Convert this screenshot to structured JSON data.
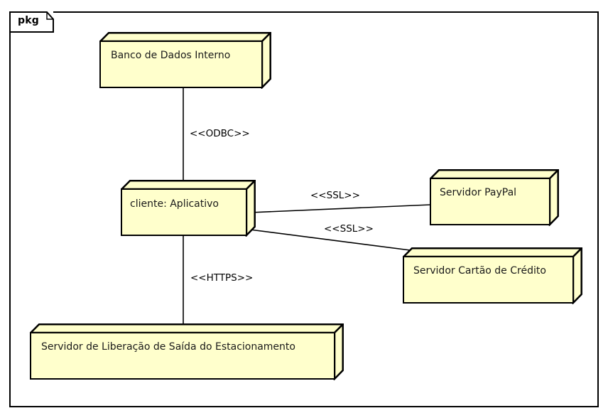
{
  "diagram": {
    "type": "uml-deployment-diagram",
    "frame": {
      "tab_label": "pkg"
    },
    "colors": {
      "node_fill": "#ffffcc",
      "node_border": "#000000",
      "edge_line": "#000000",
      "background": "#ffffff"
    },
    "nodes": [
      {
        "id": "banco-de-dados-interno",
        "label": "Banco de Dados Interno"
      },
      {
        "id": "cliente-aplicativo",
        "label": "cliente: Aplicativo"
      },
      {
        "id": "servidor-paypal",
        "label": "Servidor PayPal"
      },
      {
        "id": "servidor-cartao-de-credito",
        "label": "Servidor Cartão de Crédito"
      },
      {
        "id": "servidor-liberacao-saida",
        "label": "Servidor de Liberação de Saída do Estacionamento"
      }
    ],
    "edges": [
      {
        "id": "edge-odbc",
        "from": "cliente-aplicativo",
        "to": "banco-de-dados-interno",
        "label": "<<ODBC>>"
      },
      {
        "id": "edge-ssl-paypal",
        "from": "cliente-aplicativo",
        "to": "servidor-paypal",
        "label": "<<SSL>>"
      },
      {
        "id": "edge-ssl-cartao",
        "from": "cliente-aplicativo",
        "to": "servidor-cartao-de-credito",
        "label": "<<SSL>>"
      },
      {
        "id": "edge-https",
        "from": "cliente-aplicativo",
        "to": "servidor-liberacao-saida",
        "label": "<<HTTPS>>"
      }
    ]
  }
}
